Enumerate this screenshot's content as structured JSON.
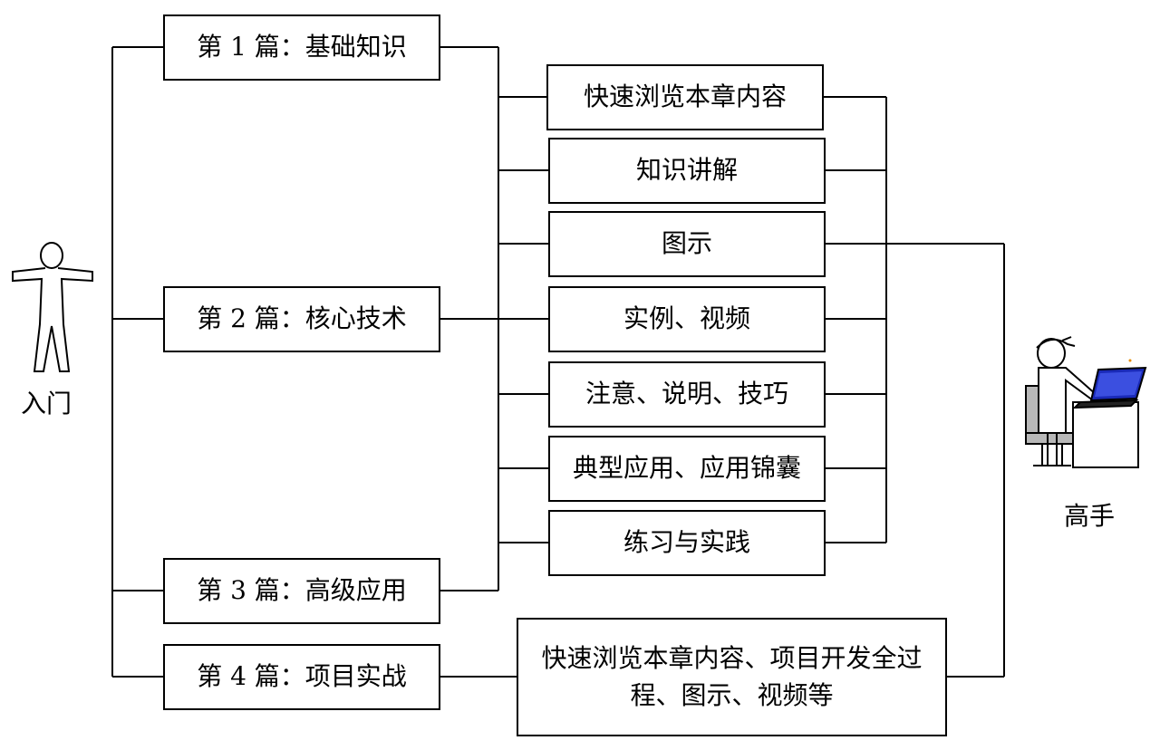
{
  "beginner_label": "入门",
  "expert_label": "高手",
  "parts": [
    "第 1 篇：基础知识",
    "第 2 篇：核心技术",
    "第 3 篇：高级应用",
    "第 4 篇：项目实战"
  ],
  "features": [
    "快速浏览本章内容",
    "知识讲解",
    "图示",
    "实例、视频",
    "注意、说明、技巧",
    "典型应用、应用锦囊",
    "练习与实践"
  ],
  "project_features": "快速浏览本章内容、项目开发全过程、图示、视频等"
}
